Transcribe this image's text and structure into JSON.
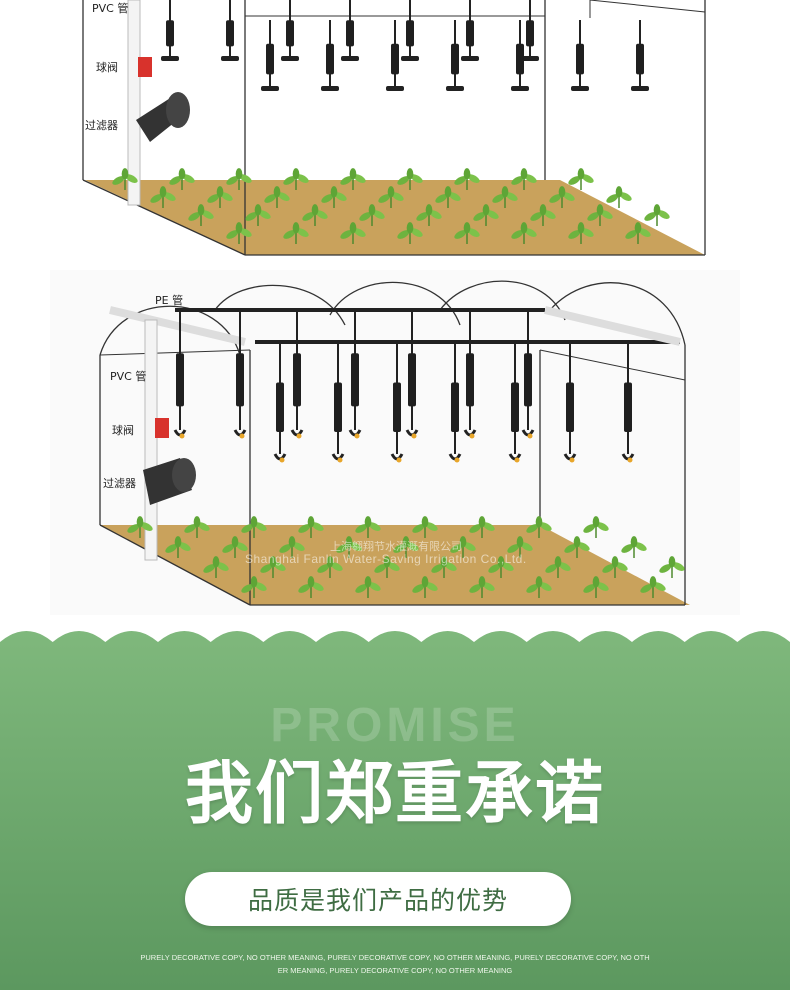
{
  "diagram1": {
    "labels": {
      "pvc": "PVC 管",
      "ball_valve": "球阀",
      "filter": "过滤器"
    }
  },
  "diagram2": {
    "labels": {
      "pe": "PE 管",
      "pvc": "PVC 管",
      "ball_valve": "球阀",
      "filter": "过滤器"
    },
    "watermark_cn": "上海翱翔节水灌溉有限公司",
    "watermark_en": "Shanghai Fanlin Water-Saving Irrigation Co.,Ltd."
  },
  "promise": {
    "bg_word": "PROMISE",
    "title": "我们郑重承诺",
    "pill_text": "品质是我们产品的优势",
    "fine_print_1": "PURELY DECORATIVE COPY, NO OTHER MEANING, PURELY DECORATIVE COPY, NO OTHER MEANING, PURELY DECORATIVE COPY, NO OTH",
    "fine_print_2": "ER MEANING, PURELY DECORATIVE COPY, NO OTHER MEANING",
    "colors": {
      "top": "#7fb87c",
      "bottom": "#5f9a62",
      "accent_text": "#3f6d43"
    }
  }
}
